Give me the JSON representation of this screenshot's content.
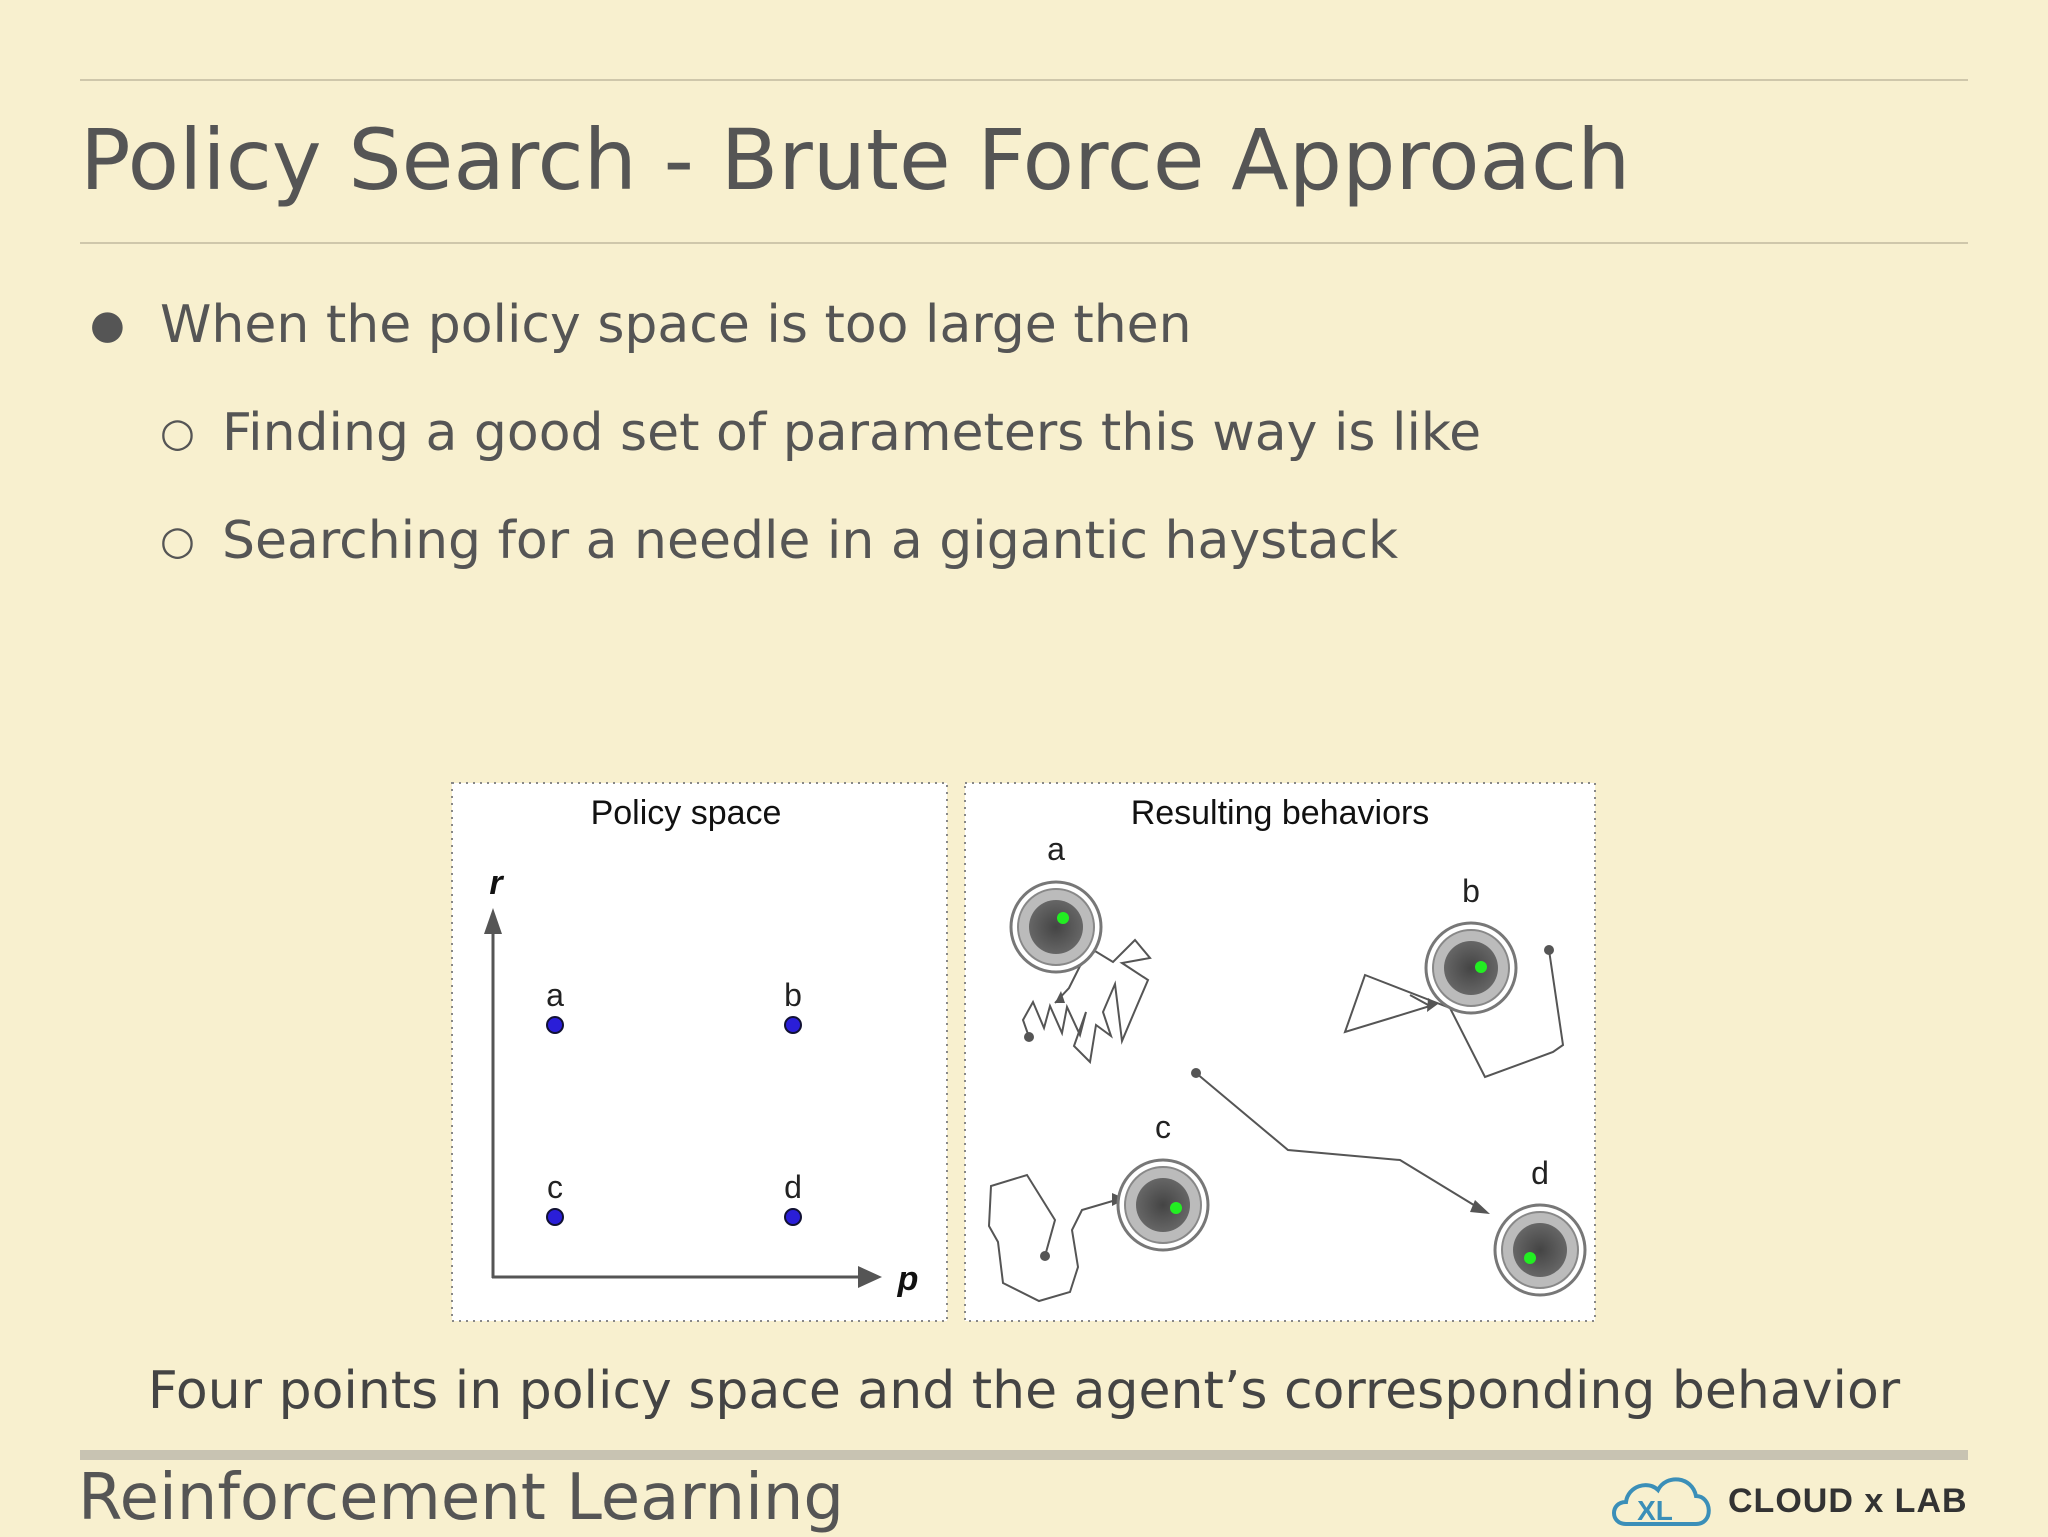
{
  "slide": {
    "title": "Policy Search - Brute Force Approach",
    "bullets": [
      {
        "level": 1,
        "marker": "●",
        "text": "When the policy space is too large then"
      },
      {
        "level": 2,
        "marker": "○",
        "text": "Finding a good set of parameters this way is like"
      },
      {
        "level": 2,
        "marker": "○",
        "text": "Searching for a needle in a gigantic haystack"
      }
    ],
    "caption": "Four points in policy space and the agent’s corresponding behavior",
    "footer_title": "Reinforcement Learning"
  },
  "figure": {
    "left_panel": {
      "title": "Policy space",
      "x_axis_label": "p",
      "y_axis_label": "r",
      "points": [
        "a",
        "b",
        "c",
        "d"
      ]
    },
    "right_panel": {
      "title": "Resulting behaviors",
      "behaviors": [
        "a",
        "b",
        "c",
        "d"
      ]
    },
    "colors": {
      "point": "#2a1ed8",
      "agent_dot": "#22ee22",
      "robot_body": "#555555"
    }
  },
  "logo": {
    "mark": "XL",
    "text": "CLOUD x LAB"
  }
}
